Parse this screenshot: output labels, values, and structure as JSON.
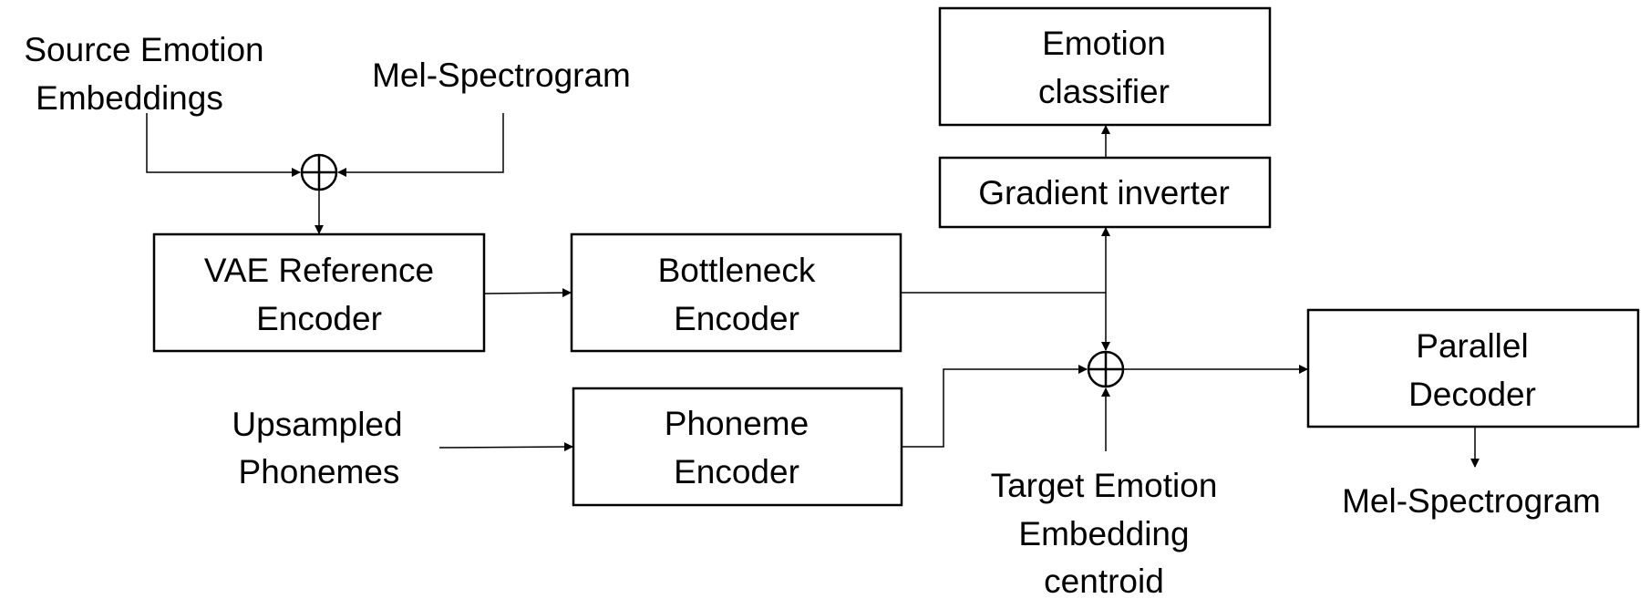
{
  "inputs": {
    "source_emotion": [
      "Source Emotion",
      "Embeddings"
    ],
    "mel_in": "Mel-Spectrogram",
    "upsampled": [
      "Upsampled",
      "Phonemes"
    ],
    "target_emotion": [
      "Target Emotion",
      "Embedding",
      "centroid"
    ]
  },
  "blocks": {
    "vae": [
      "VAE Reference",
      "Encoder"
    ],
    "bottleneck": [
      "Bottleneck",
      "Encoder"
    ],
    "phoneme": [
      "Phoneme",
      "Encoder"
    ],
    "emotion_classifier": [
      "Emotion",
      "classifier"
    ],
    "gradient_inverter": "Gradient inverter",
    "parallel_decoder": [
      "Parallel",
      "Decoder"
    ]
  },
  "outputs": {
    "mel_out": "Mel-Spectrogram"
  }
}
